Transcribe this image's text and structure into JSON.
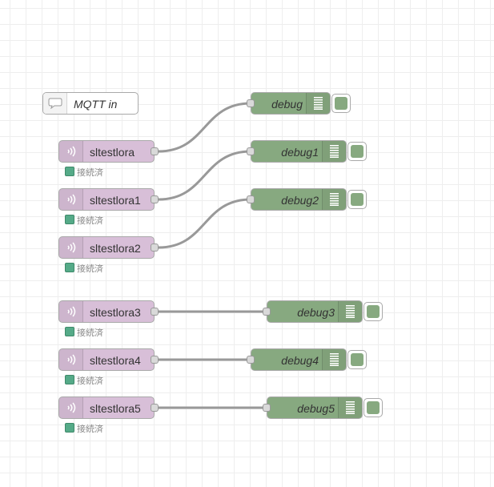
{
  "comment": {
    "label": "MQTT in",
    "icon": "comment-icon"
  },
  "status_text": "接続済",
  "icons": {
    "mqtt": "wireless-icon",
    "debug": "list-icon"
  },
  "colors": {
    "mqtt_node": "#d8bfd8",
    "debug_node": "#87a980",
    "status_connected": "#5a8",
    "wire": "#999999"
  },
  "mqtt_nodes": [
    {
      "label": "sltestlora"
    },
    {
      "label": "sltestlora1"
    },
    {
      "label": "sltestlora2"
    },
    {
      "label": "sltestlora3"
    },
    {
      "label": "sltestlora4"
    },
    {
      "label": "sltestlora5"
    }
  ],
  "debug_nodes": [
    {
      "label": "debug"
    },
    {
      "label": "debug1"
    },
    {
      "label": "debug2"
    },
    {
      "label": "debug3"
    },
    {
      "label": "debug4"
    },
    {
      "label": "debug5"
    }
  ]
}
